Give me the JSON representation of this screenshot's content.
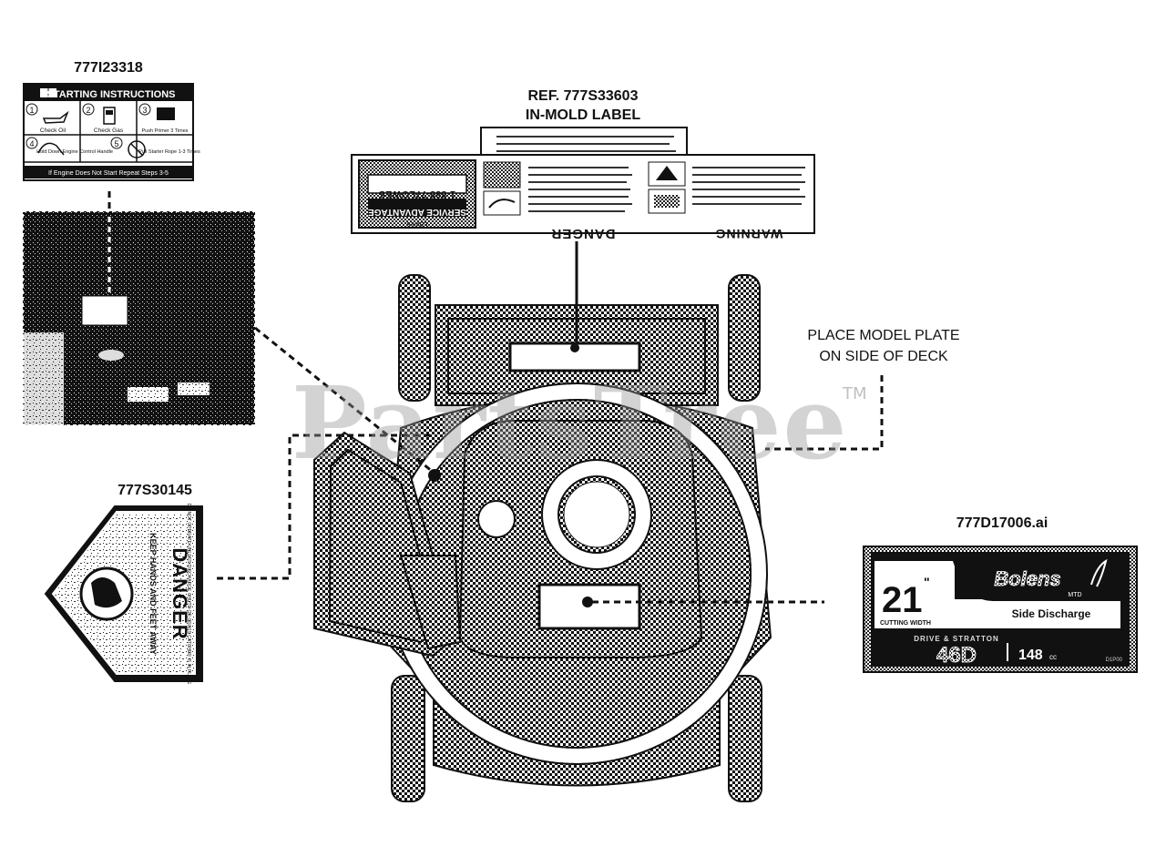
{
  "watermark": {
    "text": "PartsTree",
    "trademark": "TM"
  },
  "callouts": {
    "starting_label_part": "777I23318",
    "inmold_ref_line1": "REF. 777S33603",
    "inmold_ref_line2": "IN-MOLD LABEL",
    "model_plate_line1": "PLACE MODEL PLATE",
    "model_plate_line2": "ON SIDE OF DECK",
    "danger_label_part": "777S30145",
    "model_plate_part": "777D17006.ai"
  },
  "starting_instructions": {
    "title": "STARTING INSTRUCTIONS",
    "steps": [
      {
        "num": "1",
        "text": "Check Oil"
      },
      {
        "num": "2",
        "text": "Check Gas"
      },
      {
        "num": "3",
        "text": "Push Primer 3 Times"
      },
      {
        "num": "4",
        "text": "Hold Down Engine Control Handle"
      },
      {
        "num": "5",
        "text": "Pull Starter Rope 1-3 Times"
      }
    ],
    "footer": "If Engine Does Not Start Repeat Steps 3-5"
  },
  "inmold_label": {
    "danger_title": "DANGER",
    "warning_title": "WARNING",
    "service_title": "SERVICE ADVANTAGE",
    "service_brand": "Lowes",
    "phone": "1-888-77LOWES"
  },
  "danger_label": {
    "title": "DANGER",
    "line1": "KEEP HANDS AND FEET AWAY",
    "line2": "DO NOT OPERATE UNLESS DISCHARGE CHUTE OR GRASS CATCHER IS IN PLACE"
  },
  "model_plate": {
    "brand": "Bolens",
    "brand_sub": "MTD",
    "size": "21",
    "size_unit": "\"",
    "size_caption": "CUTTING WIDTH",
    "discharge": "Side Discharge",
    "engine_caption": "DRIVE & STRATTON",
    "model": "46D",
    "displacement": "148",
    "displacement_unit": "cc",
    "code": "D1P00"
  },
  "colors": {
    "ink": "#111111",
    "watermark": "#9a9a9a",
    "label_dark": "#1a1a1a"
  }
}
